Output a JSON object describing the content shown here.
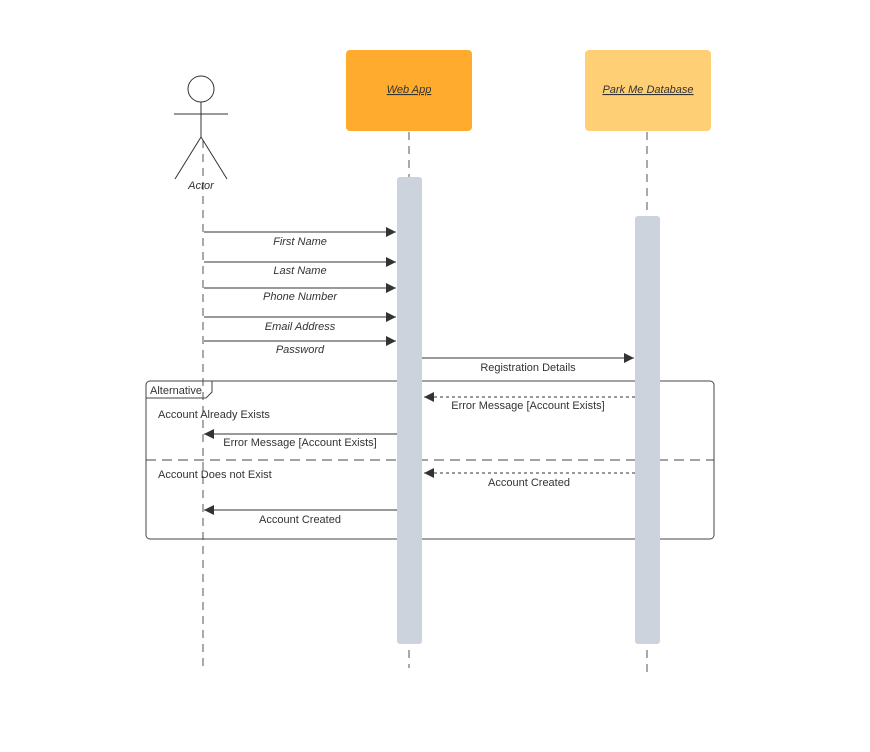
{
  "actor": {
    "label": "Actor"
  },
  "participants": [
    {
      "label": "Web App",
      "color": "#ffab2e"
    },
    {
      "label": "Park Me Database",
      "color": "#ffcf75"
    }
  ],
  "messages": [
    {
      "label": "First Name"
    },
    {
      "label": "Last Name"
    },
    {
      "label": "Phone Number"
    },
    {
      "label": "Email Address"
    },
    {
      "label": "Password"
    },
    {
      "label": "Registration Details"
    },
    {
      "label": "Error Message [Account Exists]"
    },
    {
      "label": "Error Message [Account Exists]"
    },
    {
      "label": "Account Created"
    },
    {
      "label": "Account Created"
    }
  ],
  "fragment": {
    "operator": "Alternative",
    "conditions": [
      "Account Already Exists",
      "Account Does not Exist"
    ]
  },
  "colors": {
    "activation": "#cdd3dc",
    "line": "#333333"
  }
}
